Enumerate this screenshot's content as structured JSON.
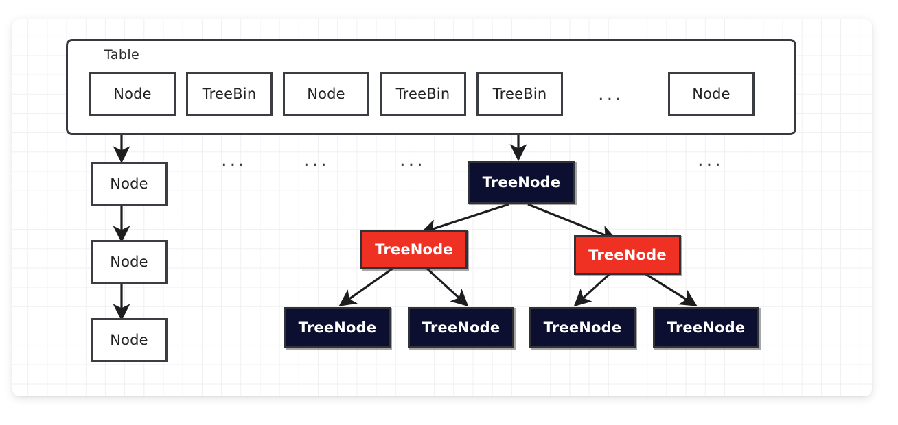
{
  "diagram": {
    "title_label": "Table",
    "colors": {
      "tree_node_dark": "#0d0f30",
      "tree_node_red": "#ef3124",
      "stroke": "#3a3d41",
      "grid": "#f0f0f1",
      "canvas": "#ffffff"
    },
    "table": {
      "label": "Table",
      "cells": [
        {
          "label": "Node"
        },
        {
          "label": "TreeBin"
        },
        {
          "label": "Node"
        },
        {
          "label": "TreeBin"
        },
        {
          "label": "TreeBin"
        },
        {
          "label": "..."
        },
        {
          "label": "Node"
        }
      ]
    },
    "linked_list": {
      "items": [
        {
          "label": "Node"
        },
        {
          "label": "Node"
        },
        {
          "label": "Node"
        }
      ]
    },
    "ellipses": [
      {
        "label": "..."
      },
      {
        "label": "..."
      },
      {
        "label": "..."
      },
      {
        "label": "..."
      }
    ],
    "tree": {
      "root": {
        "label": "TreeNode",
        "color": "dark"
      },
      "level2": [
        {
          "label": "TreeNode",
          "color": "red"
        },
        {
          "label": "TreeNode",
          "color": "red"
        }
      ],
      "level3": [
        {
          "label": "TreeNode",
          "color": "dark"
        },
        {
          "label": "TreeNode",
          "color": "dark"
        },
        {
          "label": "TreeNode",
          "color": "dark"
        },
        {
          "label": "TreeNode",
          "color": "dark"
        }
      ]
    }
  }
}
